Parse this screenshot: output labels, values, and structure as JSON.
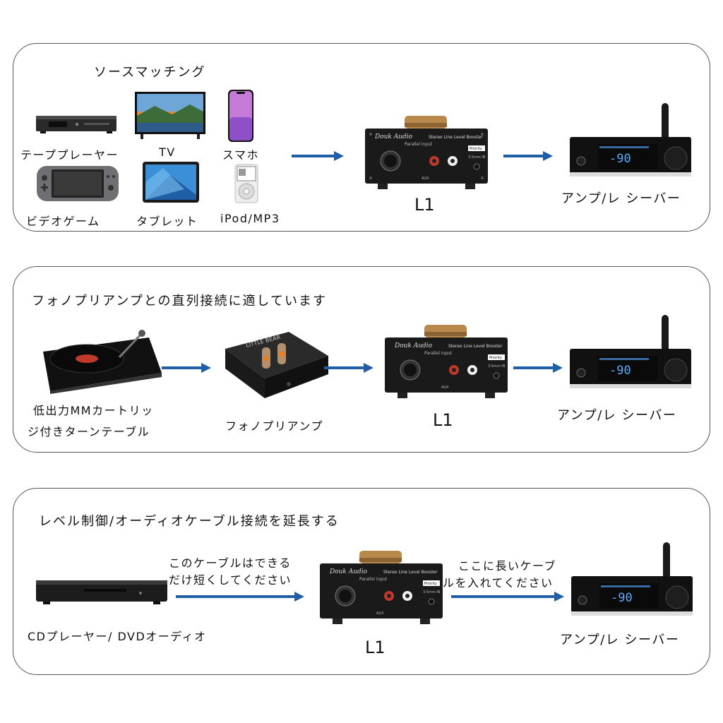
{
  "panels": [
    {
      "title": "ソースマッチング",
      "sources": [
        {
          "label": "テーププレーヤー",
          "icon": "set-top-box-icon"
        },
        {
          "label": "TV",
          "icon": "tv-icon"
        },
        {
          "label": "スマホ",
          "icon": "smartphone-icon"
        },
        {
          "label": "ビデオゲーム",
          "icon": "game-console-icon"
        },
        {
          "label": "タブレット",
          "icon": "tablet-icon"
        },
        {
          "label": "iPod/MP3",
          "icon": "ipod-icon"
        }
      ],
      "booster_label": "L1",
      "amp_label": "アンプ/レ シーバー"
    },
    {
      "title": "フォノプリアンプとの直列接続に適しています",
      "turntable_line1": "低出力MMカートリッ",
      "turntable_line2": "ジ付きターンテーブル",
      "preamp_label": "フォノプリアンプ",
      "booster_label": "L1",
      "amp_label": "アンプ/レ シーバー"
    },
    {
      "title": "レベル制御/オーディオケーブル接続を延長する",
      "note_short_line1": "このケーブルはできる",
      "note_short_line2": "だけ短くしてください",
      "note_long_line1": "ここに長いケーブ",
      "note_long_line2": "ルを入れてください",
      "player_label": "CDプレーヤー/ DVDオーディオ",
      "booster_label": "L1",
      "amp_label": "アンプ/レ シーバー"
    }
  ],
  "device_text": {
    "booster_brand": "Douk Audio",
    "booster_model": "L1",
    "booster_title": "Stereo Line Level Booster",
    "booster_parallel": "Parallel input",
    "booster_priority": "Priority",
    "booster_jack": "3.5mm IN",
    "booster_aux": "AUX",
    "amp_display": "-90",
    "preamp_name": "LITTLE BEAR"
  },
  "colors": {
    "arrow": "#1f5fa8",
    "border": "#555555",
    "device_body": "#1a1a1a",
    "knob_gold": "#b8894a",
    "amp_display_blue": "#5aa8ff"
  }
}
